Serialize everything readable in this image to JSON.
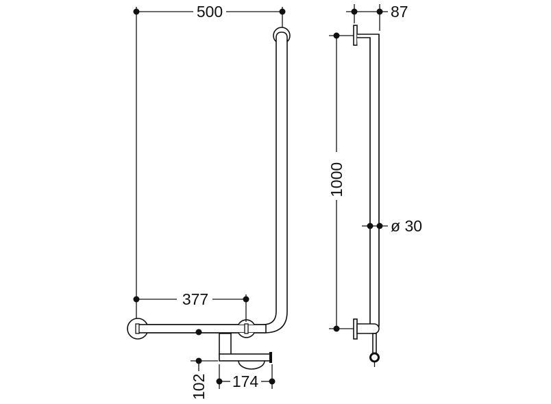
{
  "front_view": {
    "width_label": "500",
    "rosette_spacing_label": "377",
    "holder_offset_label": "102",
    "holder_length_label": "174"
  },
  "side_view": {
    "projection_label": "87",
    "height_label": "1000",
    "diameter_label": "ø 30"
  },
  "colors": {
    "line": "#111111",
    "background": "#ffffff"
  }
}
